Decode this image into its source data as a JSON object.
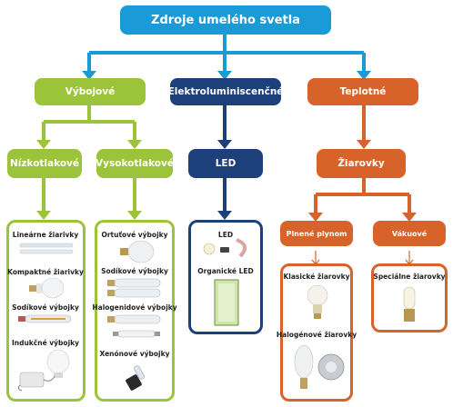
{
  "root": "Zdroje umelého svetla",
  "categories": {
    "discharge": "Výbojové",
    "electroluminescent": "Elektroluminiscenčné",
    "thermal": "Teplotné"
  },
  "subcategories": {
    "low_pressure": "Nízkotlakové",
    "high_pressure": "Vysokotlakové",
    "led": "LED",
    "bulbs": "Žiarovky",
    "gas_filled": "Plnené plynom",
    "vacuum": "Vákuové"
  },
  "low_pressure_items": [
    "Lineárne žiarivky",
    "Kompaktné žiarivky",
    "Sodíkové výbojky",
    "Indukčné výbojky"
  ],
  "high_pressure_items": [
    "Ortuťové výbojky",
    "Sodíkové výbojky",
    "Halogenidové výbojky",
    "Xenónové výbojky"
  ],
  "led_items": [
    "LED",
    "Organické LED"
  ],
  "gas_filled_items": [
    "Klasické žiarovky",
    "Halogénové žiarovky"
  ],
  "vacuum_items": [
    "Speciálne žiarovky"
  ],
  "colors": {
    "blue": "#1a9ad6",
    "green": "#9bc43a",
    "navy": "#1d3f7a",
    "orange": "#d7632a"
  }
}
